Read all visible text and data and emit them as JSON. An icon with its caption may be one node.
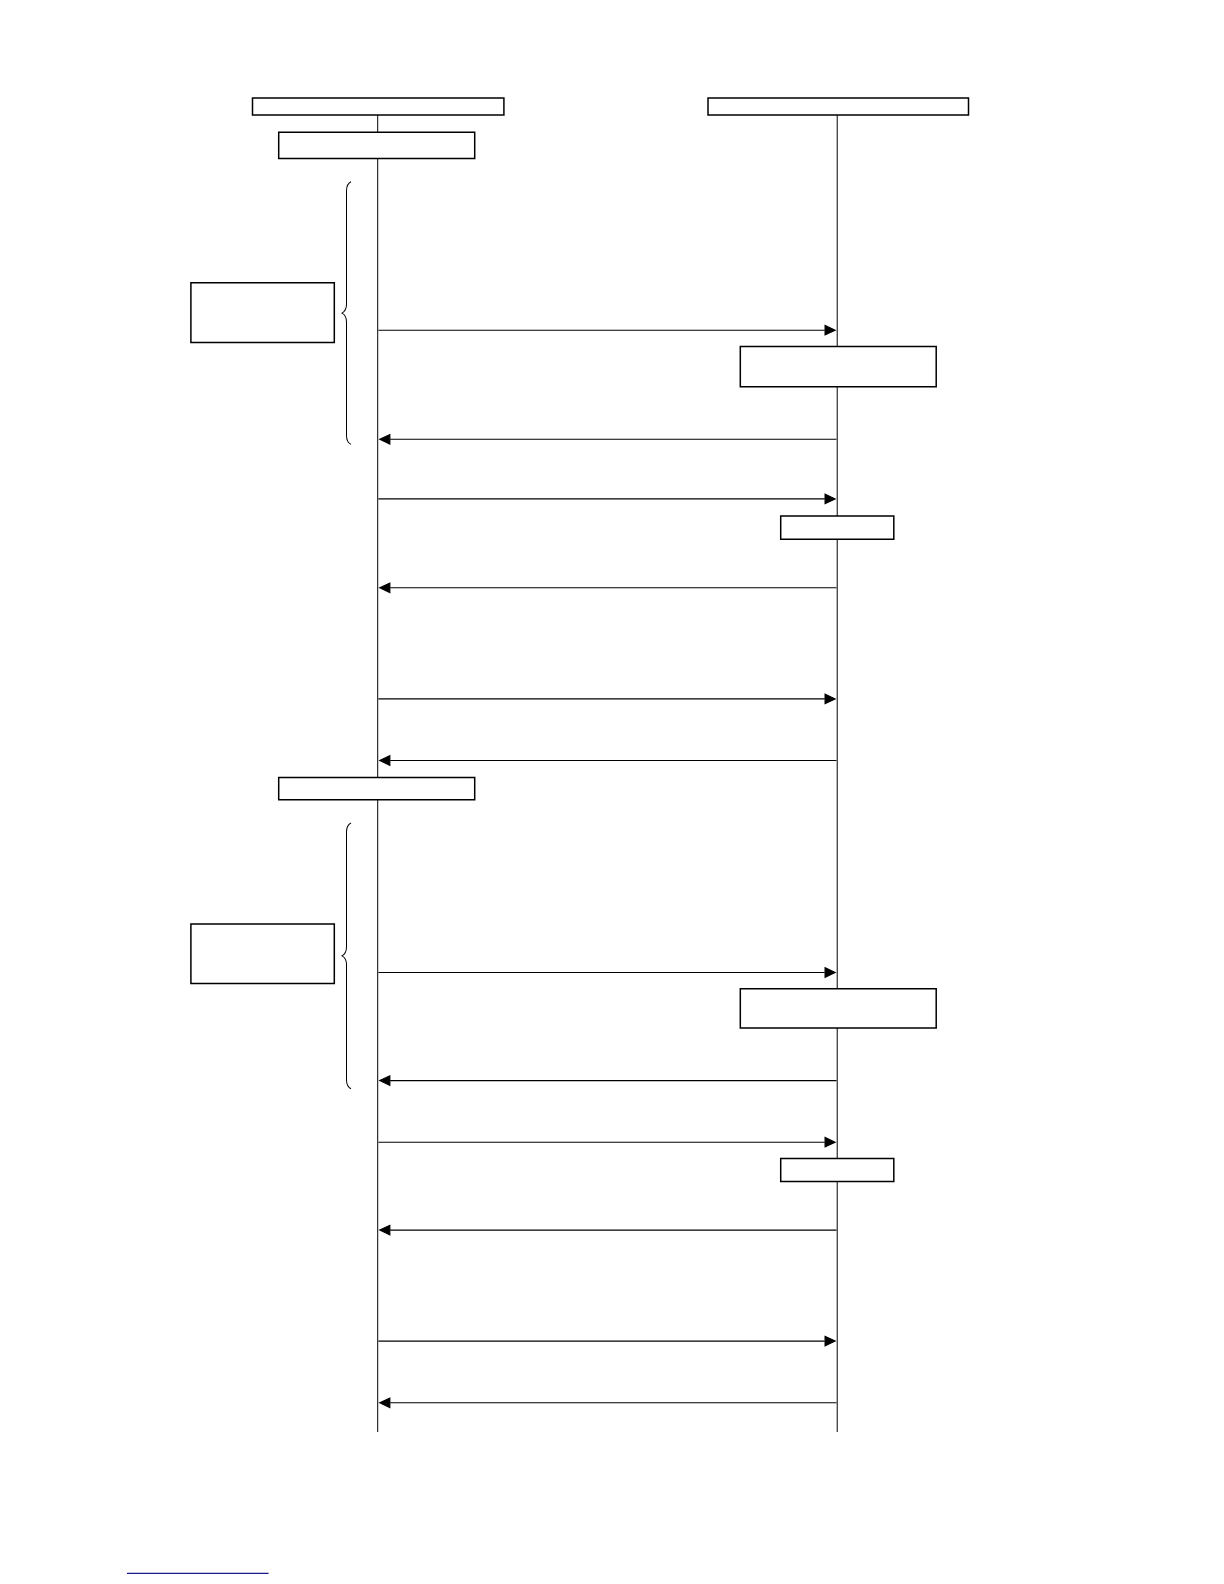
{
  "diagram": {
    "nodes": [
      {
        "text": [],
        "shape": "box"
      },
      {
        "text": [],
        "shape": "box"
      },
      {
        "text": [],
        "shape": "bar"
      },
      {
        "text": [],
        "shape": "bar"
      },
      {
        "text": [],
        "shape": "box"
      },
      {
        "text": [],
        "shape": "box"
      },
      {
        "text": [],
        "shape": "box"
      },
      {
        "text": [],
        "shape": "box"
      },
      {
        "text": [],
        "shape": "box"
      },
      {
        "text": [],
        "shape": "box"
      },
      {
        "text": [],
        "shape": "box"
      },
      {
        "text": [],
        "shape": "box"
      }
    ],
    "edges": [
      {
        "from": 2,
        "to": 3,
        "arrow": "to"
      },
      {
        "from": 3,
        "to": 2,
        "arrow": "to"
      },
      {
        "from": 2,
        "to": 3,
        "arrow": "to"
      },
      {
        "from": 3,
        "to": 2,
        "arrow": "to"
      },
      {
        "from": 2,
        "to": 3,
        "arrow": "to"
      },
      {
        "from": 3,
        "to": 2,
        "arrow": "to"
      },
      {
        "from": 2,
        "to": 3,
        "arrow": "to"
      },
      {
        "from": 3,
        "to": 2,
        "arrow": "to"
      },
      {
        "from": 2,
        "to": 3,
        "arrow": "to"
      },
      {
        "from": 3,
        "to": 2,
        "arrow": "to"
      },
      {
        "from": 2,
        "to": 3,
        "arrow": "to"
      },
      {
        "from": 3,
        "to": 2,
        "arrow": "to"
      }
    ]
  }
}
